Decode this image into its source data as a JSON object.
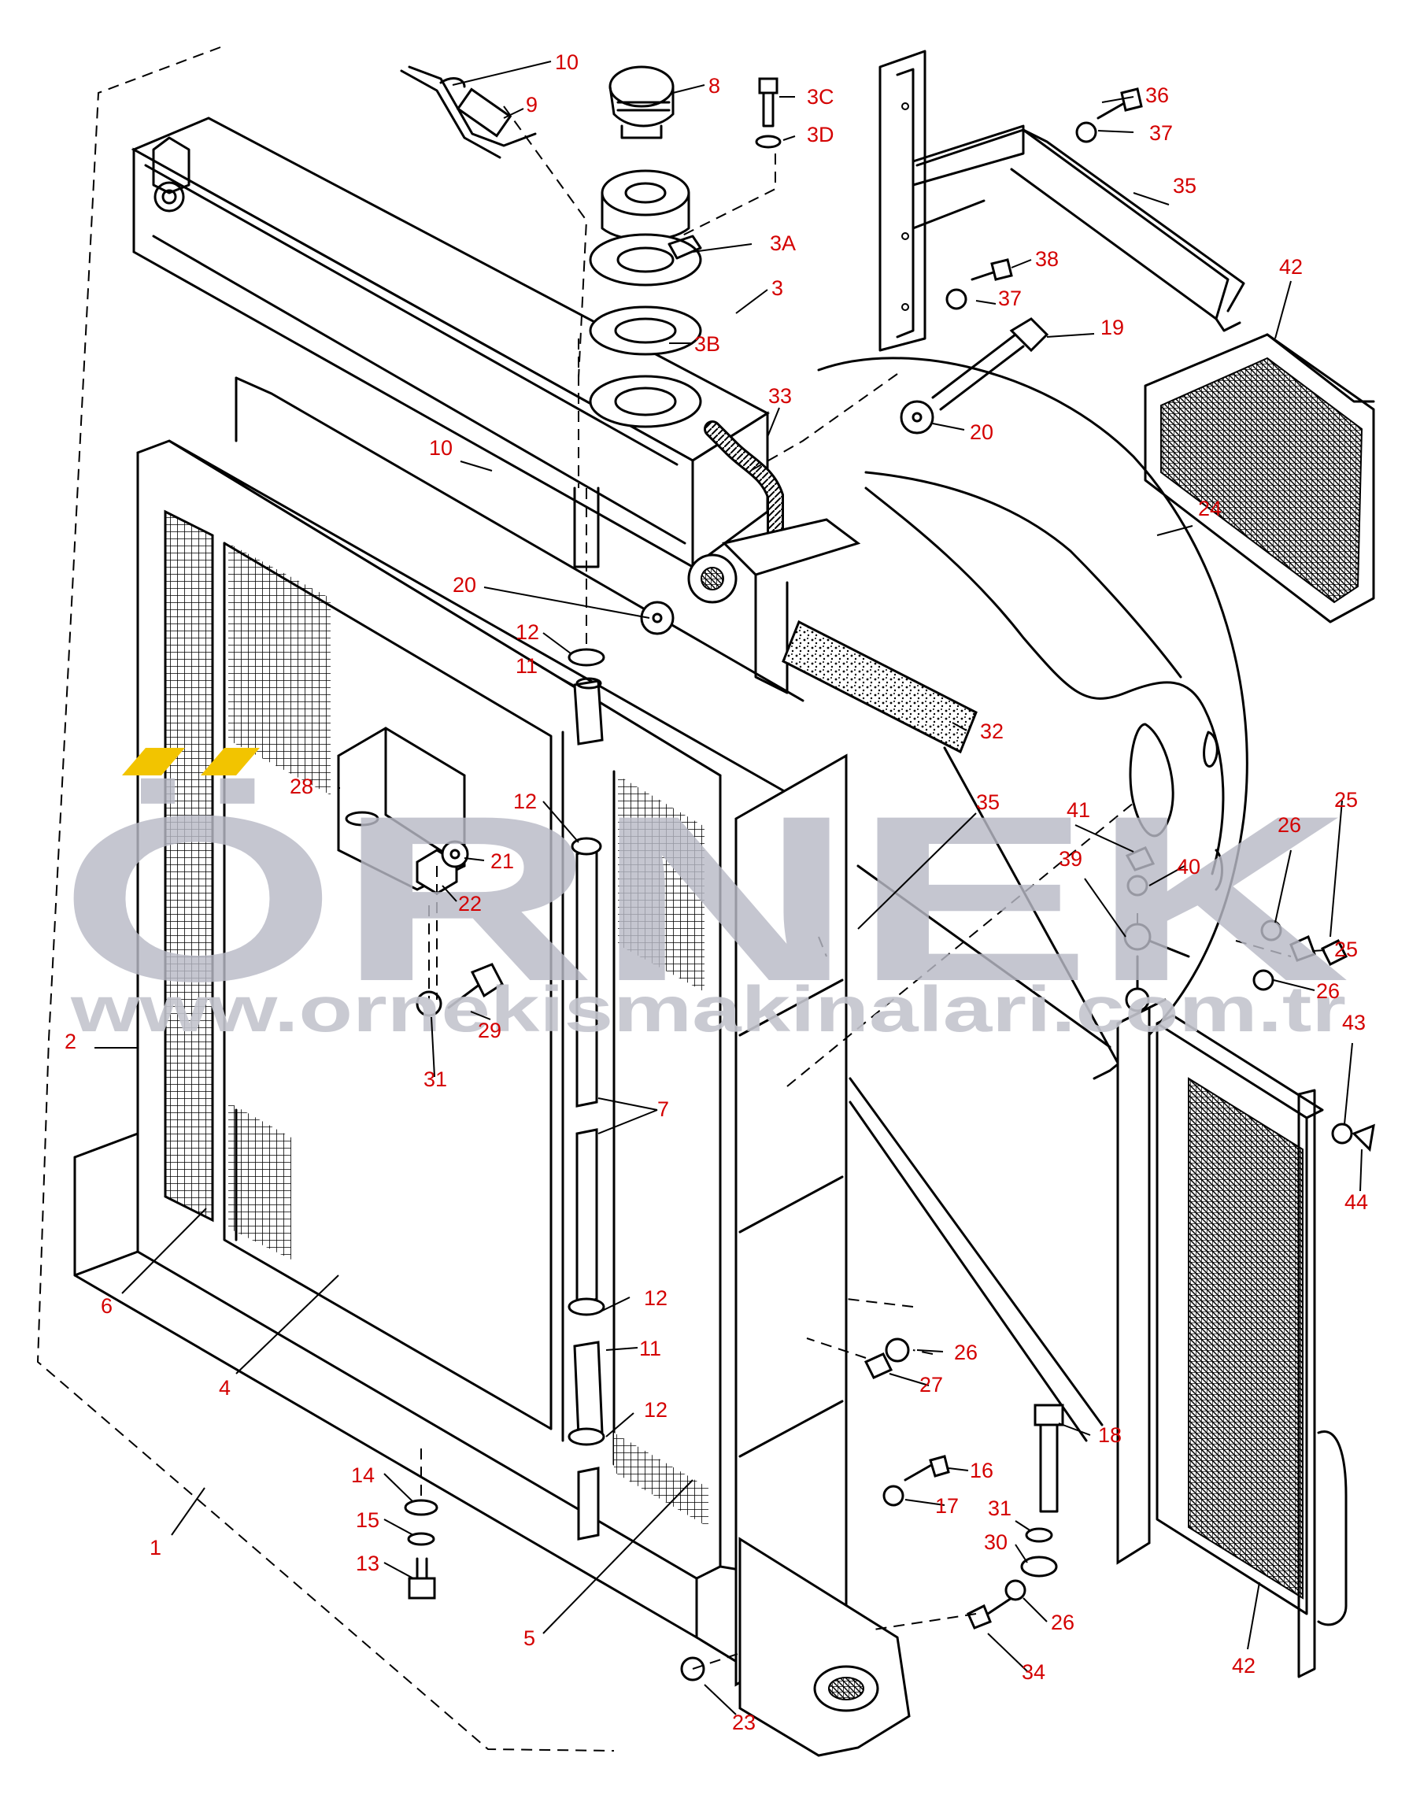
{
  "watermark": {
    "brand": "ÖRNEK",
    "url": "www.ornekismakinalari.com.tr",
    "dot_color": "#f2c400",
    "text_color": "#b9bac6"
  },
  "callout_color": "#d40000",
  "callouts": [
    {
      "id": "c-10a",
      "label": "10"
    },
    {
      "id": "c-9",
      "label": "9"
    },
    {
      "id": "c-8",
      "label": "8"
    },
    {
      "id": "c-3c",
      "label": "3C"
    },
    {
      "id": "c-3d",
      "label": "3D"
    },
    {
      "id": "c-3a",
      "label": "3A"
    },
    {
      "id": "c-3",
      "label": "3"
    },
    {
      "id": "c-3b",
      "label": "3B"
    },
    {
      "id": "c-33",
      "label": "33"
    },
    {
      "id": "c-10b",
      "label": "10"
    },
    {
      "id": "c-36",
      "label": "36"
    },
    {
      "id": "c-37a",
      "label": "37"
    },
    {
      "id": "c-35a",
      "label": "35"
    },
    {
      "id": "c-38",
      "label": "38"
    },
    {
      "id": "c-37b",
      "label": "37"
    },
    {
      "id": "c-19",
      "label": "19"
    },
    {
      "id": "c-42a",
      "label": "42"
    },
    {
      "id": "c-20a",
      "label": "20"
    },
    {
      "id": "c-24",
      "label": "24"
    },
    {
      "id": "c-20b",
      "label": "20"
    },
    {
      "id": "c-12a",
      "label": "12"
    },
    {
      "id": "c-11a",
      "label": "11"
    },
    {
      "id": "c-32",
      "label": "32"
    },
    {
      "id": "c-28",
      "label": "28"
    },
    {
      "id": "c-12b",
      "label": "12"
    },
    {
      "id": "c-35b",
      "label": "35"
    },
    {
      "id": "c-41",
      "label": "41"
    },
    {
      "id": "c-25a",
      "label": "25"
    },
    {
      "id": "c-26a",
      "label": "26"
    },
    {
      "id": "c-21",
      "label": "21"
    },
    {
      "id": "c-22",
      "label": "22"
    },
    {
      "id": "c-39",
      "label": "39"
    },
    {
      "id": "c-40",
      "label": "40"
    },
    {
      "id": "c-25b",
      "label": "25"
    },
    {
      "id": "c-26b",
      "label": "26"
    },
    {
      "id": "c-29",
      "label": "29"
    },
    {
      "id": "c-43",
      "label": "43"
    },
    {
      "id": "c-2",
      "label": "2"
    },
    {
      "id": "c-31a",
      "label": "31"
    },
    {
      "id": "c-7",
      "label": "7"
    },
    {
      "id": "c-44",
      "label": "44"
    },
    {
      "id": "c-6",
      "label": "6"
    },
    {
      "id": "c-12c",
      "label": "12"
    },
    {
      "id": "c-11b",
      "label": "11"
    },
    {
      "id": "c-26c",
      "label": "26"
    },
    {
      "id": "c-4",
      "label": "4"
    },
    {
      "id": "c-27",
      "label": "27"
    },
    {
      "id": "c-12d",
      "label": "12"
    },
    {
      "id": "c-18",
      "label": "18"
    },
    {
      "id": "c-14",
      "label": "14"
    },
    {
      "id": "c-16",
      "label": "16"
    },
    {
      "id": "c-15",
      "label": "15"
    },
    {
      "id": "c-17",
      "label": "17"
    },
    {
      "id": "c-31b",
      "label": "31"
    },
    {
      "id": "c-1",
      "label": "1"
    },
    {
      "id": "c-13",
      "label": "13"
    },
    {
      "id": "c-30",
      "label": "30"
    },
    {
      "id": "c-5",
      "label": "5"
    },
    {
      "id": "c-26d",
      "label": "26"
    },
    {
      "id": "c-34",
      "label": "34"
    },
    {
      "id": "c-42b",
      "label": "42"
    },
    {
      "id": "c-23",
      "label": "23"
    }
  ]
}
